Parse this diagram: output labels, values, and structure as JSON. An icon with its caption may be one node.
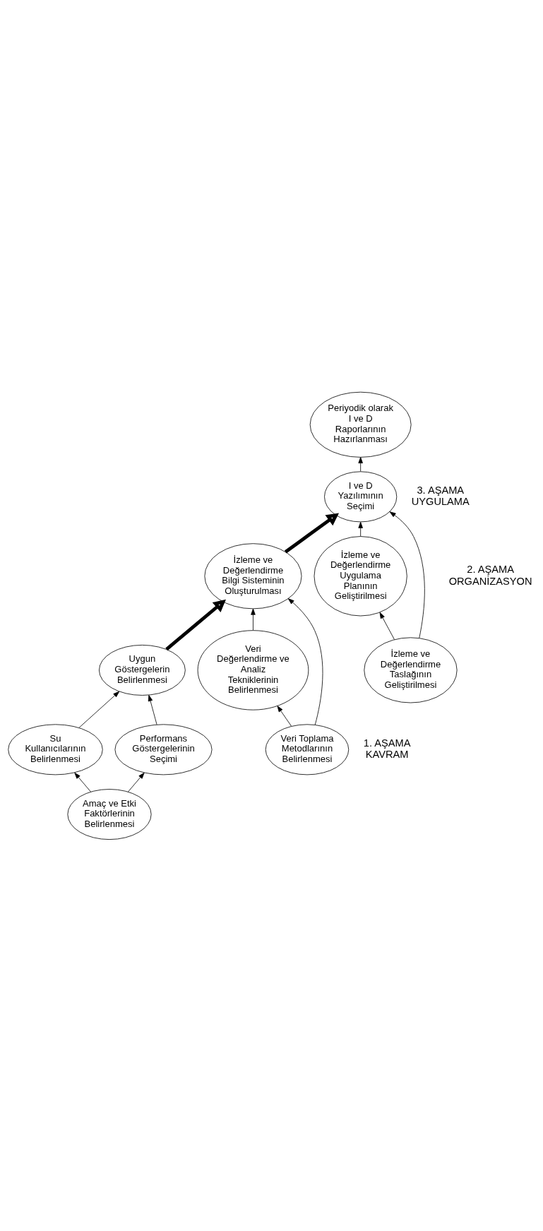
{
  "diagram": {
    "nodes": [
      {
        "text": [
          "Amaç ve Etki Faktörlerinin Belirlenmesi"
        ]
      },
      {
        "text": [
          "Su Kullanıcılarının Belirlenmesi"
        ]
      },
      {
        "text": [
          "Performans Göstergelerinin Seçimi"
        ]
      },
      {
        "text": [
          "Uygun Göstergelerin Belirlenmesi"
        ]
      },
      {
        "text": [
          "Veri Değerlendirme ve Analiz Tekniklerinin Belirlenmesi"
        ]
      },
      {
        "text": [
          "Veri Toplama Metodlarının Belirlenmesi"
        ]
      },
      {
        "text": [
          "İzleme ve Değerlendirme Bilgi Sisteminin Oluşturulması"
        ]
      },
      {
        "text": [
          "İzleme ve Değerlendirme Uygulama Planının Geliştirilmesi"
        ]
      },
      {
        "text": [
          "İzleme ve Değerlendirme Taslağının Geliştirilmesi"
        ]
      },
      {
        "text": [
          "I ve D Yazılımının Seçimi"
        ]
      },
      {
        "text": [
          "Periyodik olarak I ve D Raporlarının Hazırlanması"
        ]
      }
    ],
    "edges": [
      {
        "from": 0,
        "to": 1,
        "arrow": "to"
      },
      {
        "from": 0,
        "to": 2,
        "arrow": "to"
      },
      {
        "from": 1,
        "to": 3,
        "arrow": "to"
      },
      {
        "from": 2,
        "to": 3,
        "arrow": "to"
      },
      {
        "from": 3,
        "to": 6,
        "arrow": "to",
        "style": "thick"
      },
      {
        "from": 5,
        "to": 4,
        "arrow": "to"
      },
      {
        "from": 4,
        "to": 6,
        "arrow": "to"
      },
      {
        "from": 5,
        "to": 6,
        "arrow": "to"
      },
      {
        "from": 6,
        "to": 9,
        "arrow": "to",
        "style": "thick"
      },
      {
        "from": 8,
        "to": 7,
        "arrow": "to"
      },
      {
        "from": 7,
        "to": 9,
        "arrow": "to"
      },
      {
        "from": 8,
        "to": 9,
        "arrow": "to"
      },
      {
        "from": 9,
        "to": 10,
        "arrow": "to"
      }
    ],
    "labels": [
      "1. AŞAMA KAVRAM",
      "2. AŞAMA ORGANİZASYON",
      "3. AŞAMA UYGULAMA"
    ]
  }
}
